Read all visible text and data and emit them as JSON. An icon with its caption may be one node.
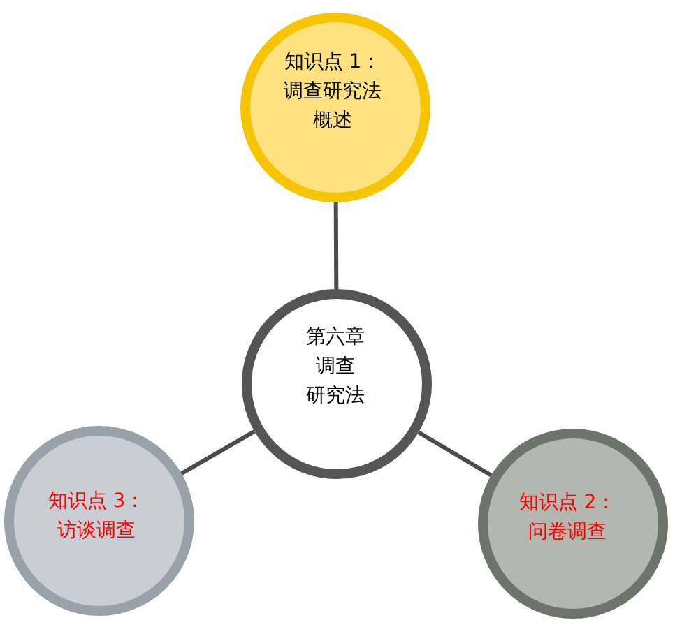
{
  "diagram": {
    "nodes": [
      {
        "text": [
          "知识点 1：调查研究法概述"
        ]
      },
      {
        "text": [
          "第六章调查研究法"
        ]
      },
      {
        "text": [
          "知识点 3：访谈调查"
        ]
      },
      {
        "text": [
          "知识点 2：问卷调查"
        ]
      }
    ],
    "edges": [
      {
        "from": 1,
        "to": 0,
        "arrow": "none"
      },
      {
        "from": 1,
        "to": 2,
        "arrow": "none"
      },
      {
        "from": 1,
        "to": 3,
        "arrow": "none"
      }
    ]
  }
}
